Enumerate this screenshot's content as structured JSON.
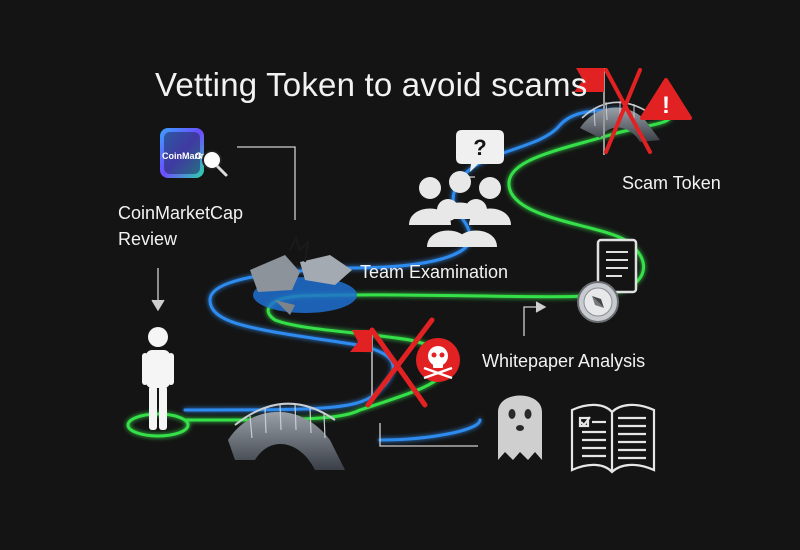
{
  "title": "Vetting Token to avoid scams",
  "steps": {
    "coinmarketcap": {
      "line1": "CoinMarketCap",
      "line2": "Review"
    },
    "team": "Team Examination",
    "whitepaper": "Whitepaper Analysis",
    "scam": "Scam Token"
  },
  "logo": {
    "line1": "CoinMarket",
    "line2": "Cap"
  },
  "icons": {
    "question": "?",
    "warning": "!"
  },
  "colors": {
    "background": "#141414",
    "path_green": "#36e04a",
    "path_blue": "#2f8cf0",
    "danger_red": "#e22222",
    "icon_gray": "#d0d0d0"
  }
}
